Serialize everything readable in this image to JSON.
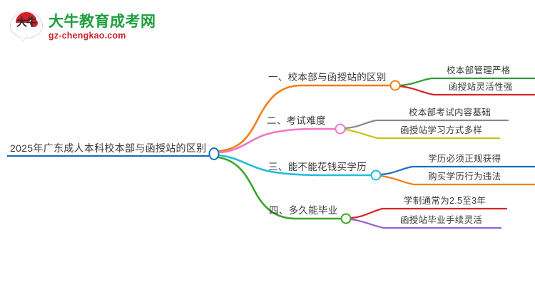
{
  "logo": {
    "mark_glyphs": "大牛",
    "title": "大牛教育成考网",
    "domain": "gz-chengkao.com",
    "brand_green": "#1e9e3e",
    "brand_red": "#c8252b"
  },
  "mindmap": {
    "root": {
      "label": "2025年广东成人本科校本部与函授站的区别",
      "line_color": "#1a6fbf",
      "node_color": "#1a6fbf"
    },
    "branches": [
      {
        "label": "一、校本部与函授站的区别",
        "color": "#ef8018",
        "children": [
          {
            "label": "校本部管理严格",
            "color": "#2e9e34"
          },
          {
            "label": "函授站灵活性强",
            "color": "#d8242a"
          }
        ]
      },
      {
        "label": "二、考试难度",
        "color": "#ef76c4",
        "children": [
          {
            "label": "校本部考试内容基础",
            "color": "#8a8a8a"
          },
          {
            "label": "函授站学习方式多样",
            "color": "#c8c418"
          }
        ]
      },
      {
        "label": "三、能不能花钱买学历",
        "color": "#22bcdd",
        "children": [
          {
            "label": "学历必须正规获得",
            "color": "#1a6fbf"
          },
          {
            "label": "购买学历行为违法",
            "color": "#ef8018"
          }
        ]
      },
      {
        "label": "四、多久能毕业",
        "color": "#3aa62a",
        "children": [
          {
            "label": "学制通常为2.5至3年",
            "color": "#d8242a"
          },
          {
            "label": "函授站毕业手续灵活",
            "color": "#9a5fd0"
          }
        ]
      }
    ]
  }
}
